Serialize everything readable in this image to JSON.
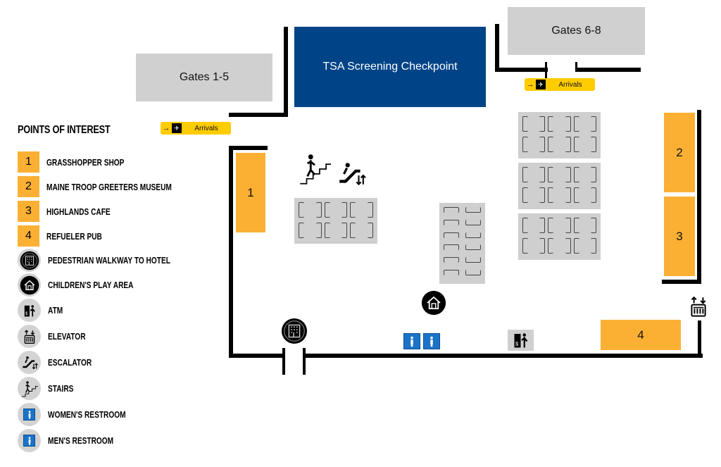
{
  "areas": {
    "gates_left": "Gates 1-5",
    "tsa": "TSA Screening Checkpoint",
    "gates_right": "Gates 6-8"
  },
  "arrivals": {
    "label": "Arrivals",
    "arrow": "→"
  },
  "stores": [
    "1",
    "2",
    "3",
    "4"
  ],
  "legend": {
    "title": "POINTS OF INTEREST",
    "items": [
      {
        "key": "1",
        "label": "GRASSHOPPER SHOP"
      },
      {
        "key": "2",
        "label": "MAINE TROOP GREETERS MUSEUM"
      },
      {
        "key": "3",
        "label": "HIGHLANDS CAFE"
      },
      {
        "key": "4",
        "label": "REFUELER PUB"
      },
      {
        "icon": "hotel-icon",
        "label": "PEDESTRIAN WALKWAY TO HOTEL"
      },
      {
        "icon": "play-area-icon",
        "label": "CHILDREN'S PLAY AREA"
      },
      {
        "icon": "atm-icon",
        "label": "ATM"
      },
      {
        "icon": "elevator-icon",
        "label": "ELEVATOR"
      },
      {
        "icon": "escalator-icon",
        "label": "ESCALATOR"
      },
      {
        "icon": "stairs-icon",
        "label": "STAIRS"
      },
      {
        "icon": "womens-restroom-icon",
        "label": "WOMEN'S RESTROOM"
      },
      {
        "icon": "mens-restroom-icon",
        "label": "MEN'S RESTROOM"
      }
    ]
  },
  "colors": {
    "store": "#fbb034",
    "tsa": "#004387",
    "arrivals": "#ffcc00",
    "restroom": "#1a73c8",
    "area": "#d0d0d0"
  }
}
